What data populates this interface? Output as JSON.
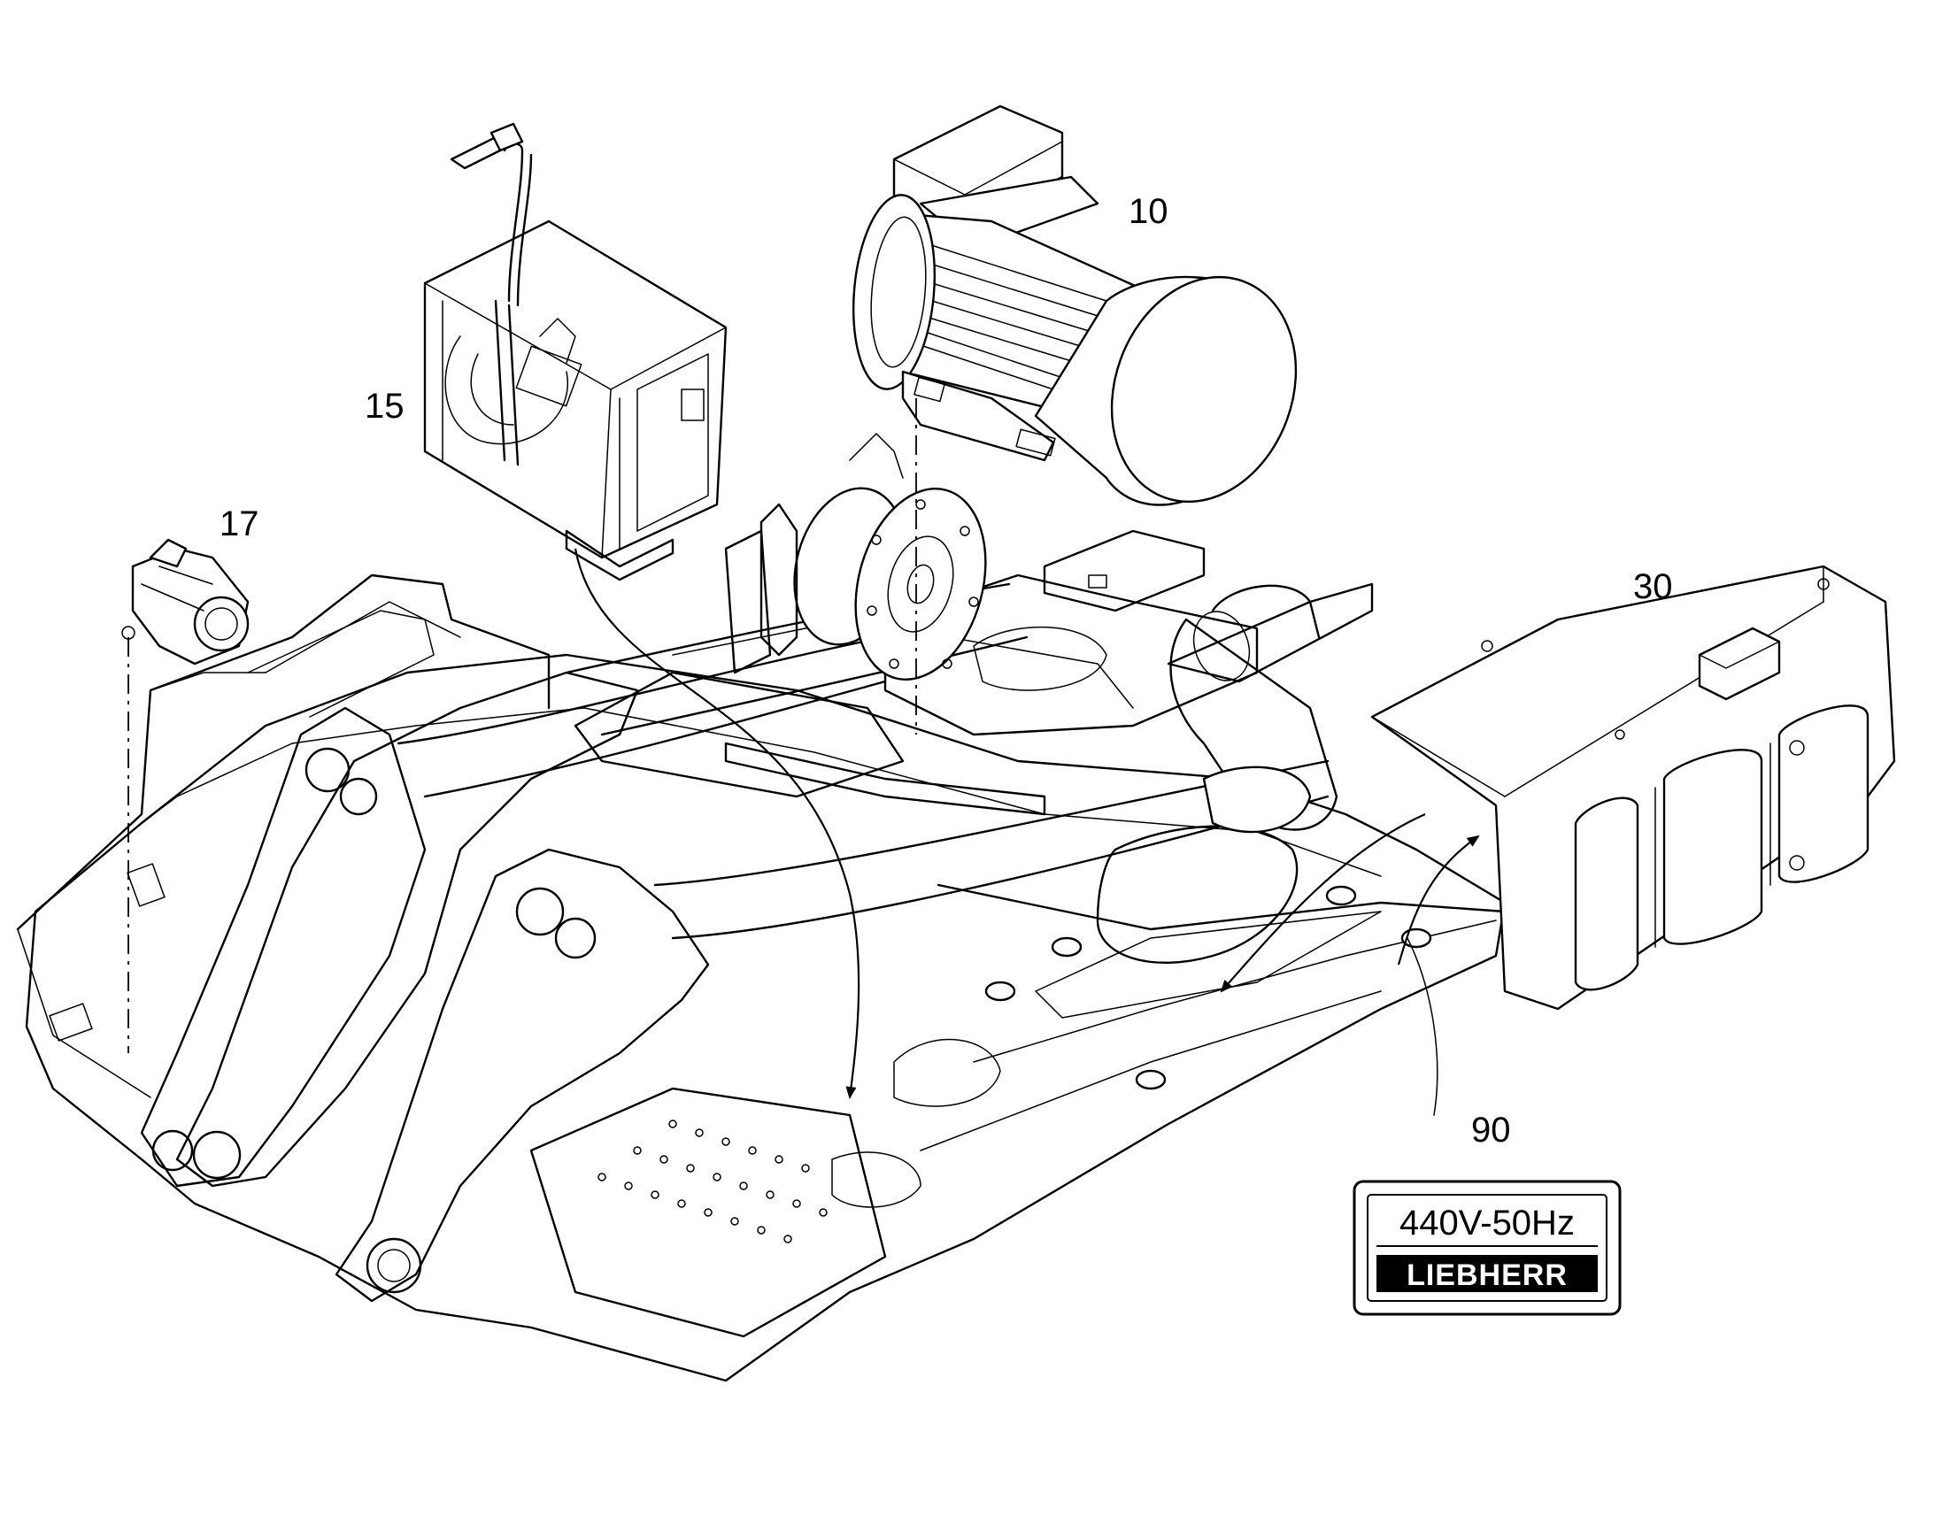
{
  "callouts": {
    "c10": "10",
    "c15": "15",
    "c17": "17",
    "c30": "30",
    "c90": "90"
  },
  "plate": {
    "voltage": "440V-50Hz",
    "brand": "LIEBHERR"
  },
  "colors": {
    "line": "#000000",
    "background": "#ffffff"
  }
}
